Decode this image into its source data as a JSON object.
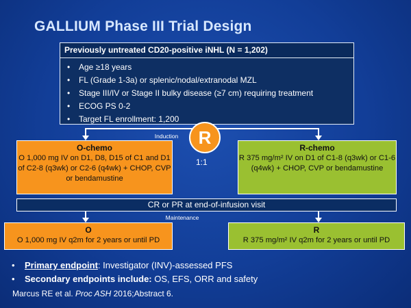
{
  "title": "GALLIUM Phase III Trial Design",
  "population": {
    "header": "Previously untreated CD20-positive iNHL (N = 1,202)",
    "criteria": [
      "Age ≥18 years",
      "FL (Grade 1-3a) or splenic/nodal/extranodal MZL",
      "Stage III/IV or Stage II bulky disease (≥7 cm) requiring treatment",
      "ECOG PS 0-2",
      "Target FL enrollment: 1,200"
    ]
  },
  "randomization": {
    "phase_label": "Induction",
    "symbol": "R",
    "ratio": "1:1"
  },
  "induction": {
    "left": {
      "title": "O-chemo",
      "description": "O 1,000 mg IV on D1, D8, D15 of C1 and D1 of C2-8 (q3wk) or C2-6 (q4wk) + CHOP, CVP or bendamustine"
    },
    "right": {
      "title": "R-chemo",
      "description": "R 375 mg/m² IV on D1 of C1-8 (q3wk) or C1-6 (q4wk) + CHOP, CVP or bendamustine"
    }
  },
  "response": "CR or PR at end-of-infusion visit",
  "maintenance": {
    "phase_label": "Maintenance",
    "left": {
      "title": "O",
      "description": "O 1,000 mg IV q2m for 2 years or until PD"
    },
    "right": {
      "title": "R",
      "description": "R 375 mg/m² IV q2m for 2 years or until PD"
    }
  },
  "endpoints": {
    "primary": {
      "lead": "Primary endpoint",
      "text": ": Investigator (INV)-assessed PFS"
    },
    "secondary": {
      "lead": "Secondary endpoints include:",
      "text": " OS, EFS, ORR and safety"
    }
  },
  "citation": {
    "authors": "Marcus RE et al. ",
    "journal": "Proc ASH",
    "rest": " 2016;Abstract 6."
  },
  "colors": {
    "background": "#123e98",
    "obinutuzumab_arm": "#f7941d",
    "rituximab_arm": "#9ac031",
    "randomization_circle": "#f7941d",
    "box_dark": "#0b2d63"
  }
}
